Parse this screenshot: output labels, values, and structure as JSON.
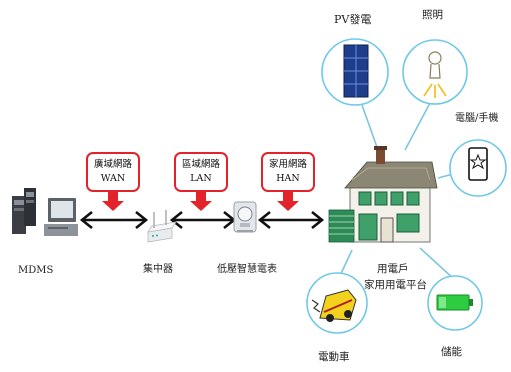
{
  "networks": {
    "wan": {
      "line1": "廣域網路",
      "line2": "WAN"
    },
    "lan": {
      "line1": "區域網路",
      "line2": "LAN"
    },
    "han": {
      "line1": "家用網路",
      "line2": "HAN"
    }
  },
  "devices": {
    "mdms": "MDMS",
    "concentrator": "集中器",
    "smart_meter": "低壓智慧電表",
    "home_platform": {
      "line1": "用電戶",
      "line2": "家用用電平台"
    }
  },
  "appliances": {
    "pv": "PV發電",
    "lighting": "照明",
    "computer_phone": "電腦/手機",
    "storage": "儲能",
    "ev": "電動車"
  },
  "icons": {
    "server": "server-tower-icon",
    "pc": "computer-monitor-icon",
    "router": "concentrator-router-icon",
    "meter": "smart-meter-icon",
    "house": "house-icon",
    "solar": "solar-panel-icon",
    "lamp": "light-bulb-icon",
    "phone": "smartphone-icon",
    "battery": "battery-icon",
    "car": "electric-car-icon"
  },
  "colors": {
    "network_border": "#e2232a",
    "arrow_red": "#e2232a",
    "circle_stroke": "#6fc9e6",
    "connector": "#7cc6df",
    "solar_blue": "#1e3d8a",
    "battery_green": "#2ecc40",
    "house_green": "#3aa06a"
  }
}
